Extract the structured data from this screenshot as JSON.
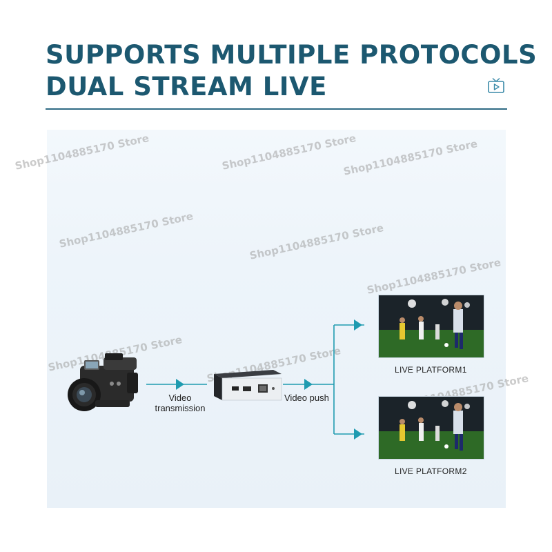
{
  "header": {
    "title_line1": "SUPPORTS MULTIPLE PROTOCOLS",
    "title_line2": "DUAL STREAM LIVE",
    "icon": "tv-play-icon",
    "accent_color": "#1c5870"
  },
  "diagram": {
    "source_device": "camcorder",
    "encoder_device": "video-encoder",
    "edge_transmission": "Video\ntransmission",
    "edge_push": "Video push",
    "platforms": [
      {
        "label": "LIVE PLATFORM1",
        "image": "soccer-match-photo"
      },
      {
        "label": "LIVE PLATFORM2",
        "image": "soccer-match-photo"
      }
    ],
    "arrow_color": "#1f9bb0"
  },
  "watermark": {
    "text": "Shop1104885170 Store"
  }
}
